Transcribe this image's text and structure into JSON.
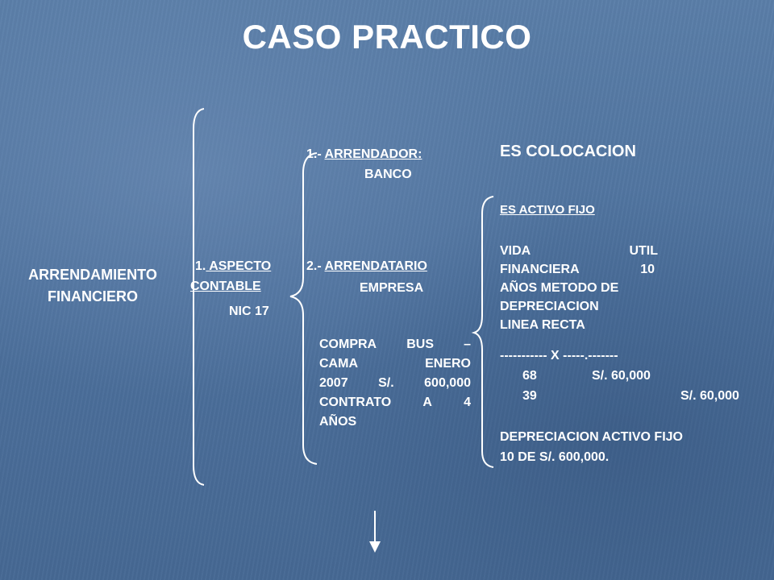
{
  "slide": {
    "title": "CASO PRACTICO",
    "left_label": [
      "ARRENDAMIENTO",
      "FINANCIERO"
    ],
    "aspecto": {
      "line1_prefix": "1.",
      "line1_underlined": " ASPECTO",
      "line2": "CONTABLE",
      "line3": "NIC 17"
    },
    "arrendador": {
      "number": "1.- ",
      "label": "ARRENDADOR:",
      "sub": "BANCO"
    },
    "arrendatario": {
      "number": "2.- ",
      "label": "ARRENDATARIO",
      "sub": "EMPRESA"
    },
    "compra": [
      [
        "COMPRA",
        "BUS",
        "–"
      ],
      [
        "CAMA",
        "ENERO"
      ],
      [
        "2007",
        "S/.",
        "600,000"
      ],
      [
        "CONTRATO",
        "A",
        "4"
      ],
      [
        "AÑOS"
      ]
    ],
    "colocacion": "ES COLOCACION",
    "activo_fijo": "ES ACTIVO FIJO",
    "vida": [
      [
        "VIDA",
        "UTIL"
      ],
      [
        "FINANCIERA",
        "10"
      ],
      [
        "AÑOS METODO DE"
      ],
      [
        "DEPRECIACION"
      ],
      [
        "LINEA RECTA"
      ]
    ],
    "ledger": {
      "header": "----------- X -----.-------",
      "row1_left": "68",
      "row1_right": "S/. 60,000",
      "row2_left": "39",
      "row2_right": "S/. 60,000"
    },
    "depreciacion": [
      "DEPRECIACION ACTIVO FIJO",
      "10 DE S/. 600,000."
    ]
  },
  "colors": {
    "background": "#4d719d",
    "text": "#ffffff"
  },
  "icons": {
    "next": "arrow-down-icon"
  }
}
